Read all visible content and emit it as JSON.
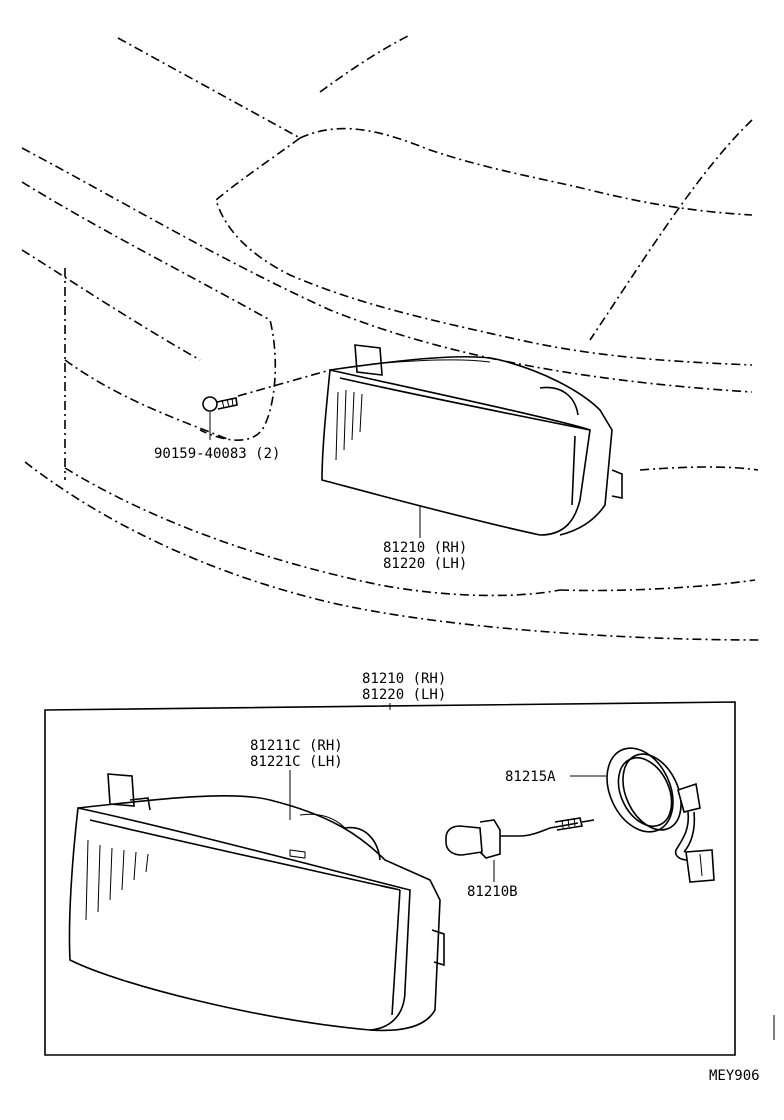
{
  "labels": {
    "screw": "90159-40083 (2)",
    "lamp_top_rh": "81210 (RH)",
    "lamp_top_lh": "81220 (LH)",
    "assy_rh": "81210 (RH)",
    "assy_lh": "81220 (LH)",
    "lens_rh": "81211C (RH)",
    "lens_lh": "81221C (LH)",
    "socket": "81215A",
    "bulb": "81210B"
  },
  "diagram_code": "MEY906"
}
